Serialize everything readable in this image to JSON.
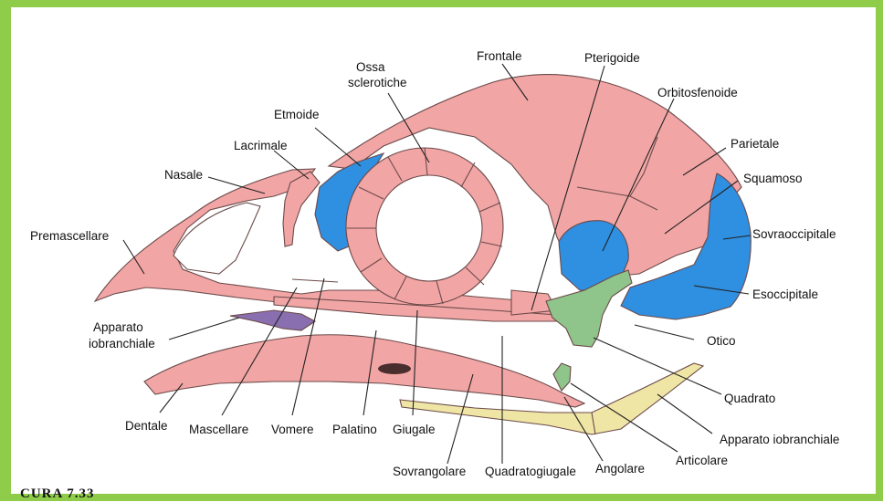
{
  "colors": {
    "frame": "#8fcc4a",
    "bone": "#f2a5a5",
    "bone_edge": "#6b4a4a",
    "blue_bone": "#2f8fe0",
    "green_bone": "#8fc48a",
    "hyoid_purple": "#8a6fb0",
    "hyoid_yellow": "#efe6a6",
    "eye_fill": "#ffffff"
  },
  "labels": {
    "frontale": "Frontale",
    "pterigoide": "Pterigoide",
    "ossa_sclerotiche_1": "Ossa",
    "ossa_sclerotiche_2": "sclerotiche",
    "orbitosfenoide": "Orbitosfenoide",
    "etmoide": "Etmoide",
    "parietale": "Parietale",
    "lacrimale": "Lacrimale",
    "squamoso": "Squamoso",
    "nasale": "Nasale",
    "premascellare": "Premascellare",
    "sovraoccipitale": "Sovraoccipitale",
    "esoccipitale": "Esoccipitale",
    "apparato_iobranchiale_left_1": "Apparato",
    "apparato_iobranchiale_left_2": "iobranchiale",
    "otico": "Otico",
    "quadrato": "Quadrato",
    "dentale": "Dentale",
    "mascellare": "Mascellare",
    "vomere": "Vomere",
    "palatino": "Palatino",
    "giugale": "Giugale",
    "apparato_iobranchiale_right": "Apparato iobranchiale",
    "articolare": "Articolare",
    "sovrangolare": "Sovrangolare",
    "quadratogiugale": "Quadratogiugale",
    "angolare": "Angolare"
  },
  "caption": "CURA 7.33"
}
